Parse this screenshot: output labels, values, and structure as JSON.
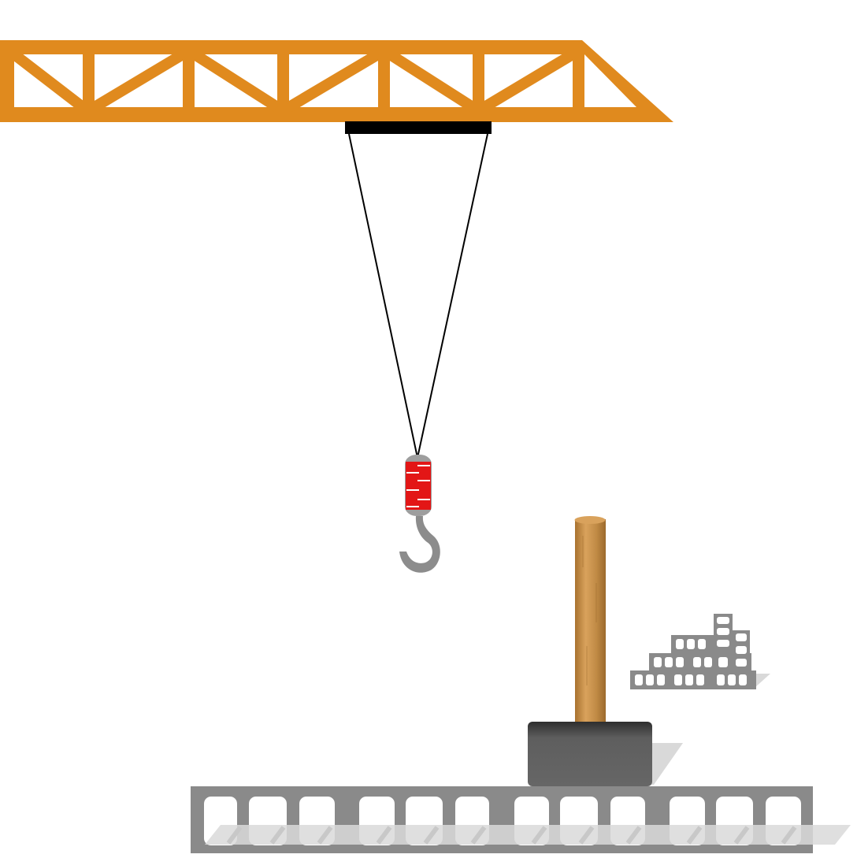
{
  "scene": {
    "objects": [
      "crane-jib",
      "trolley",
      "cables",
      "hook-block",
      "hook",
      "wooden-post",
      "weight-block",
      "slab-blocks-stack",
      "hollow-core-slab"
    ],
    "colors": {
      "crane": "#E08A1E",
      "trolley": "#000000",
      "cable": "#000000",
      "hook_block": "#E31616",
      "hook": "#8C8C8C",
      "post": "#C08A45",
      "weight": "#5F5F5F",
      "concrete": "#8A8A8A",
      "shadow": "#D9D9D9"
    }
  }
}
